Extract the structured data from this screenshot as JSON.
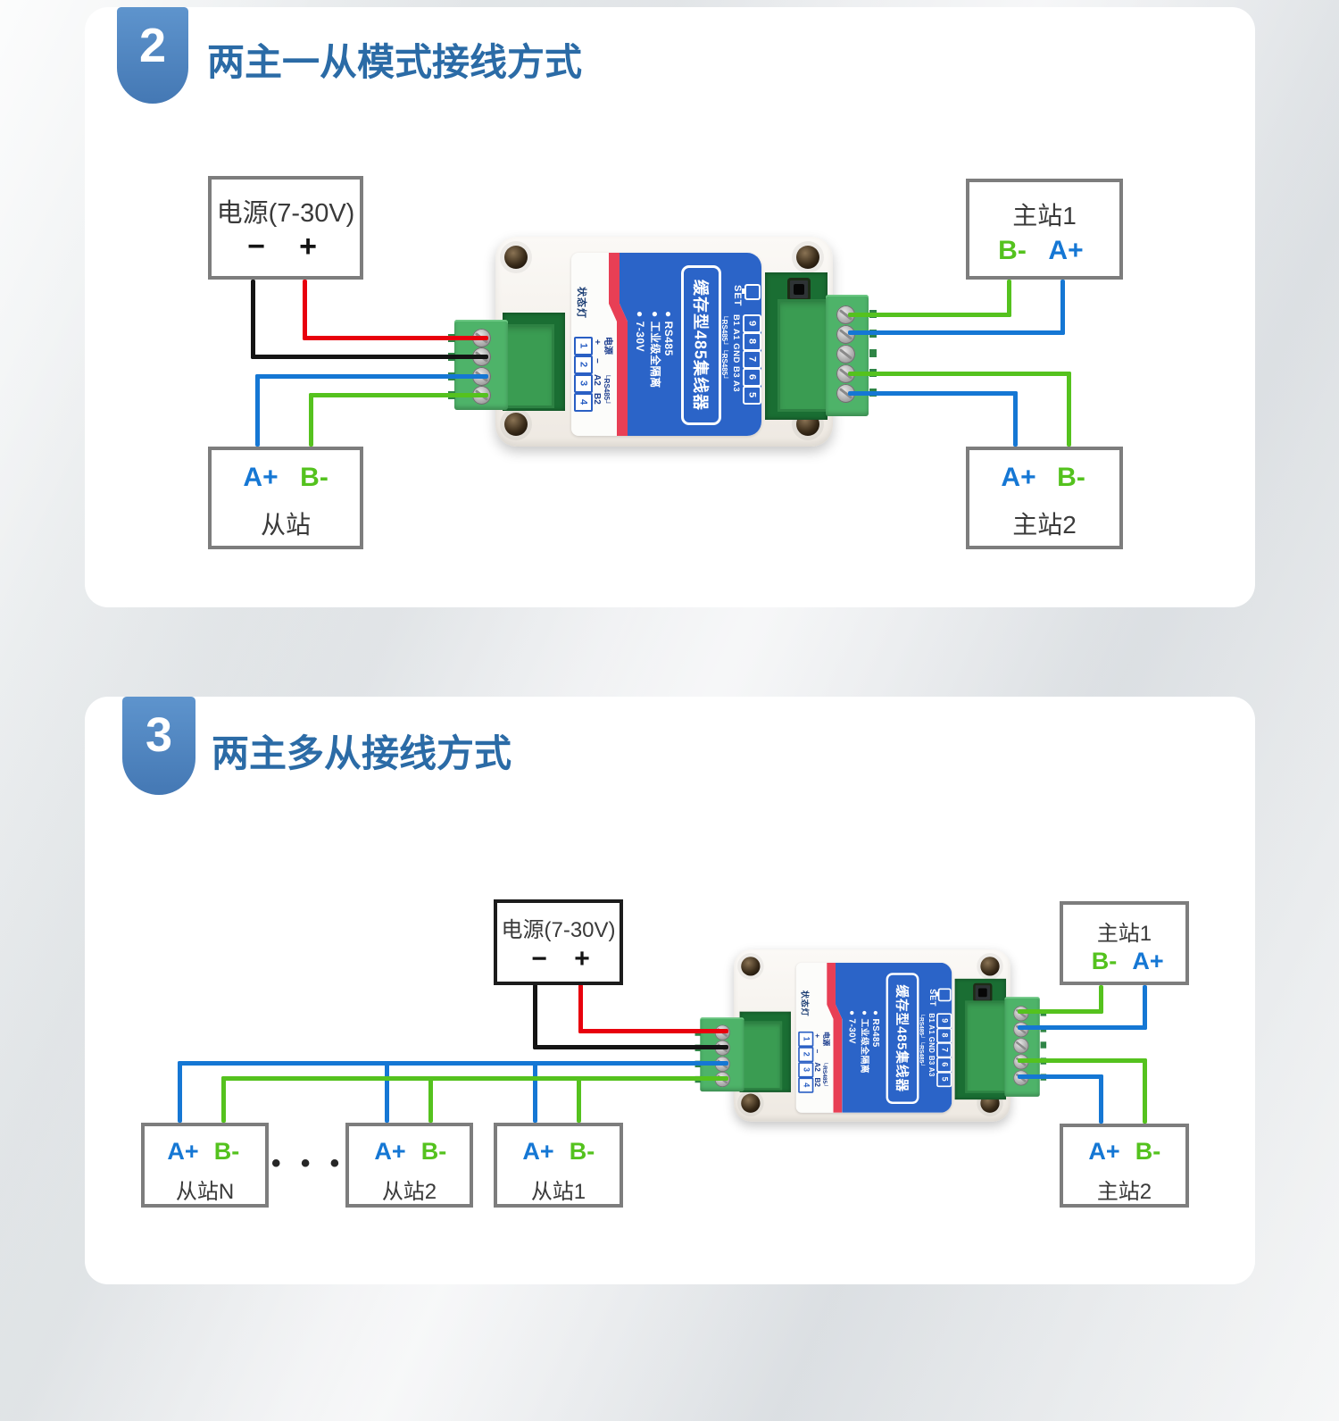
{
  "sections": [
    {
      "badge": "2",
      "title": "两主一从模式接线方式",
      "power": {
        "title": "电源(7-30V)",
        "minus": "−",
        "plus": "+"
      },
      "master1": {
        "title": "主站1",
        "b": "B-",
        "a": "A+"
      },
      "slave": {
        "title": "从站",
        "a": "A+",
        "b": "B-"
      },
      "master2": {
        "title": "主站2",
        "a": "A+",
        "b": "B-"
      }
    },
    {
      "badge": "3",
      "title": "两主多从接线方式",
      "power": {
        "title": "电源(7-30V)",
        "minus": "−",
        "plus": "+"
      },
      "master1": {
        "title": "主站1",
        "b": "B-",
        "a": "A+"
      },
      "master2": {
        "title": "主站2",
        "a": "A+",
        "b": "B-"
      },
      "slaves": [
        {
          "title": "从站N",
          "a": "A+",
          "b": "B-"
        },
        {
          "title": "从站2",
          "a": "A+",
          "b": "B-"
        },
        {
          "title": "从站1",
          "a": "A+",
          "b": "B-"
        }
      ],
      "ellipsis": "• • •"
    }
  ],
  "device": {
    "label_title": "缓存型485集线器",
    "status_led": "状态灯",
    "features": [
      "● RS485",
      "● 工业级全隔离",
      "● 7-30V"
    ],
    "set_label": "SET",
    "power_terminals": {
      "numbers": [
        "1",
        "2",
        "3",
        "4"
      ],
      "plus": "+",
      "minus": "−",
      "a2": "A2",
      "b2": "B2",
      "power_label": "电源",
      "rs485_group": "└RS485┘"
    },
    "bus_terminals": {
      "numbers": [
        "9",
        "8",
        "7",
        "6",
        "5"
      ],
      "labels": "B1 A1 GND B3 A3",
      "rs485_brackets": "└RS485┘ └RS485┘"
    }
  },
  "colors": {
    "wire_red": "#e8000d",
    "wire_black": "#141414",
    "wire_blue": "#1577d4",
    "wire_green": "#55c21e",
    "badge_blue": "#4e86c2",
    "title_blue": "#2b6ba6",
    "panel_blue": "#2b64c8",
    "stripe_red": "#e83f55",
    "terminal_green": "#4eb369",
    "pcb_green": "#1a6e33",
    "box_border_gray": "#7d7d7d"
  }
}
